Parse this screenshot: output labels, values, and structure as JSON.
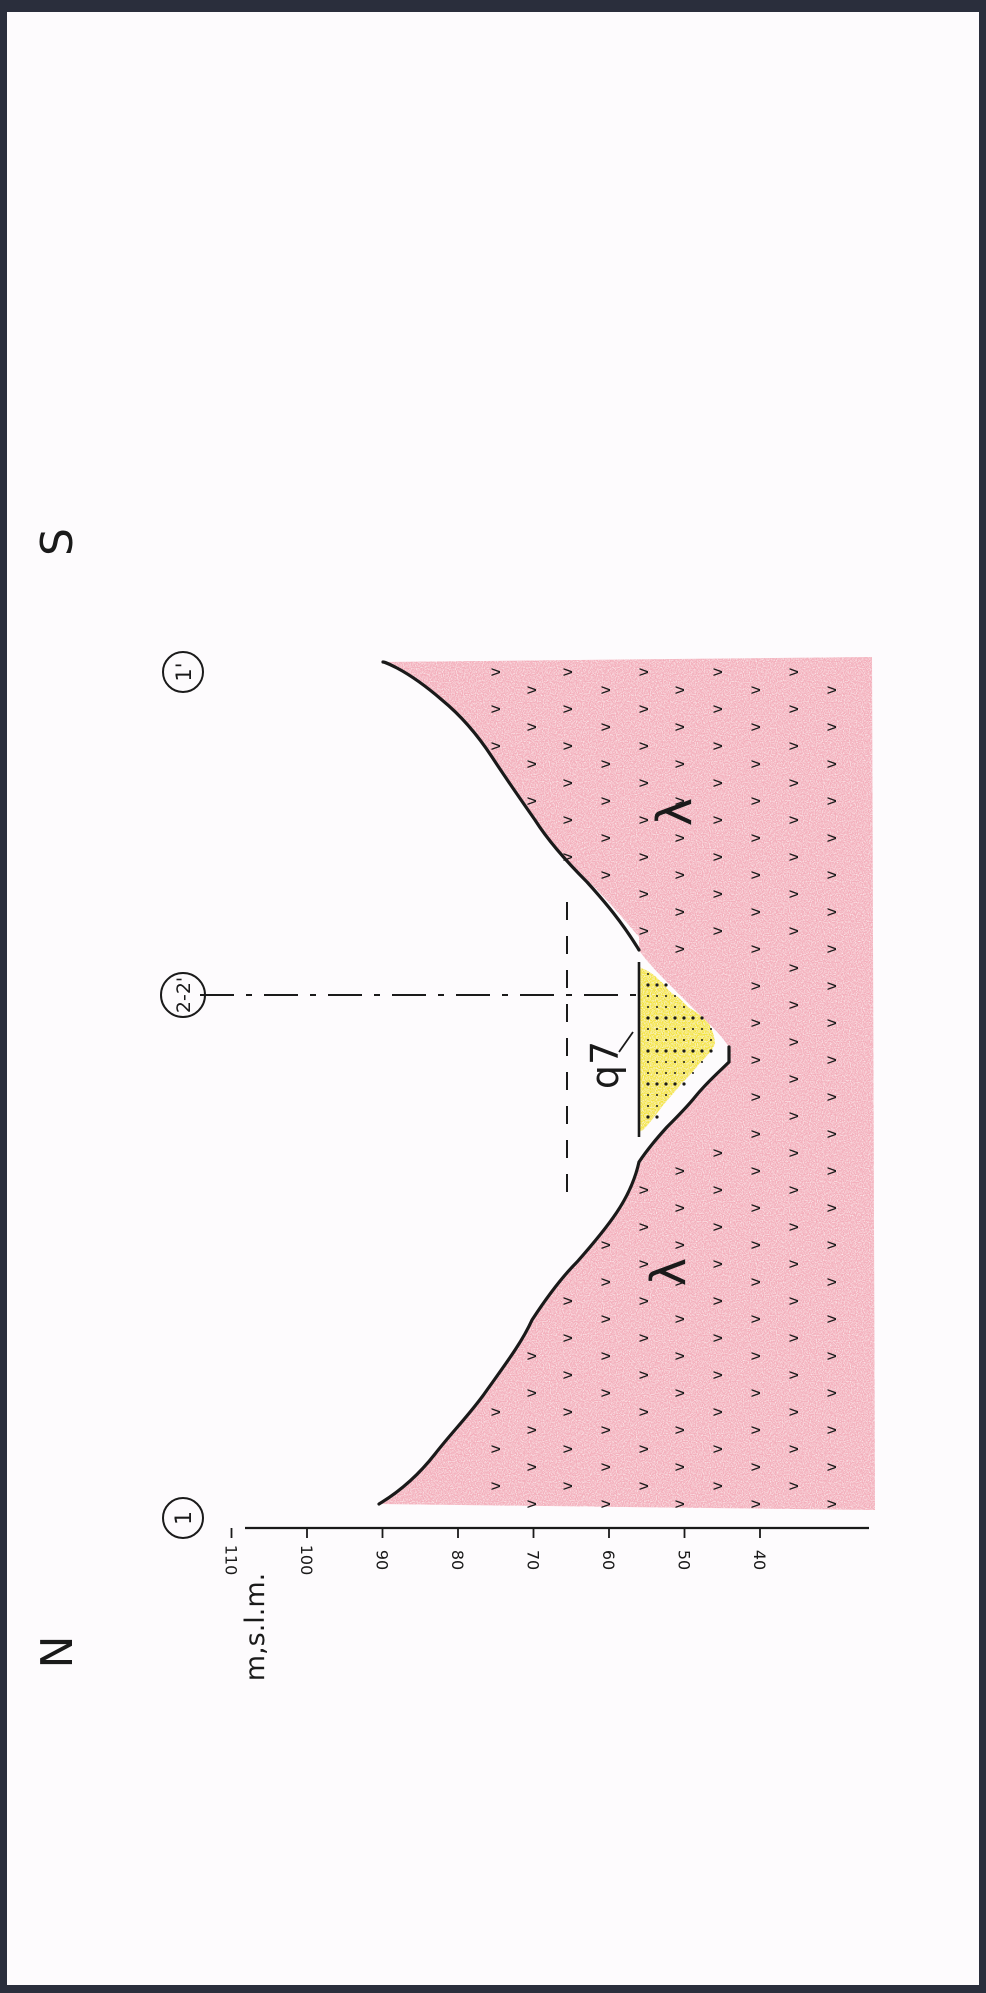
{
  "section": {
    "orientation_north": "N",
    "orientation_south": "S",
    "y_axis_label": "m,s.l.m.",
    "y_ticks": [
      "110",
      "100",
      "90",
      "80",
      "70",
      "60",
      "50",
      "40"
    ],
    "points": {
      "left": "1",
      "middle": "2-2'",
      "right": "1'"
    },
    "unit_labels": {
      "bedrock_left": "λ",
      "bedrock_right": "λ",
      "quaternary": "q7"
    },
    "colors": {
      "bedrock": "#f2a9b6",
      "quaternary": "#f2e230",
      "outline": "#1a1a1a",
      "frame": "#2a2e3c"
    }
  }
}
